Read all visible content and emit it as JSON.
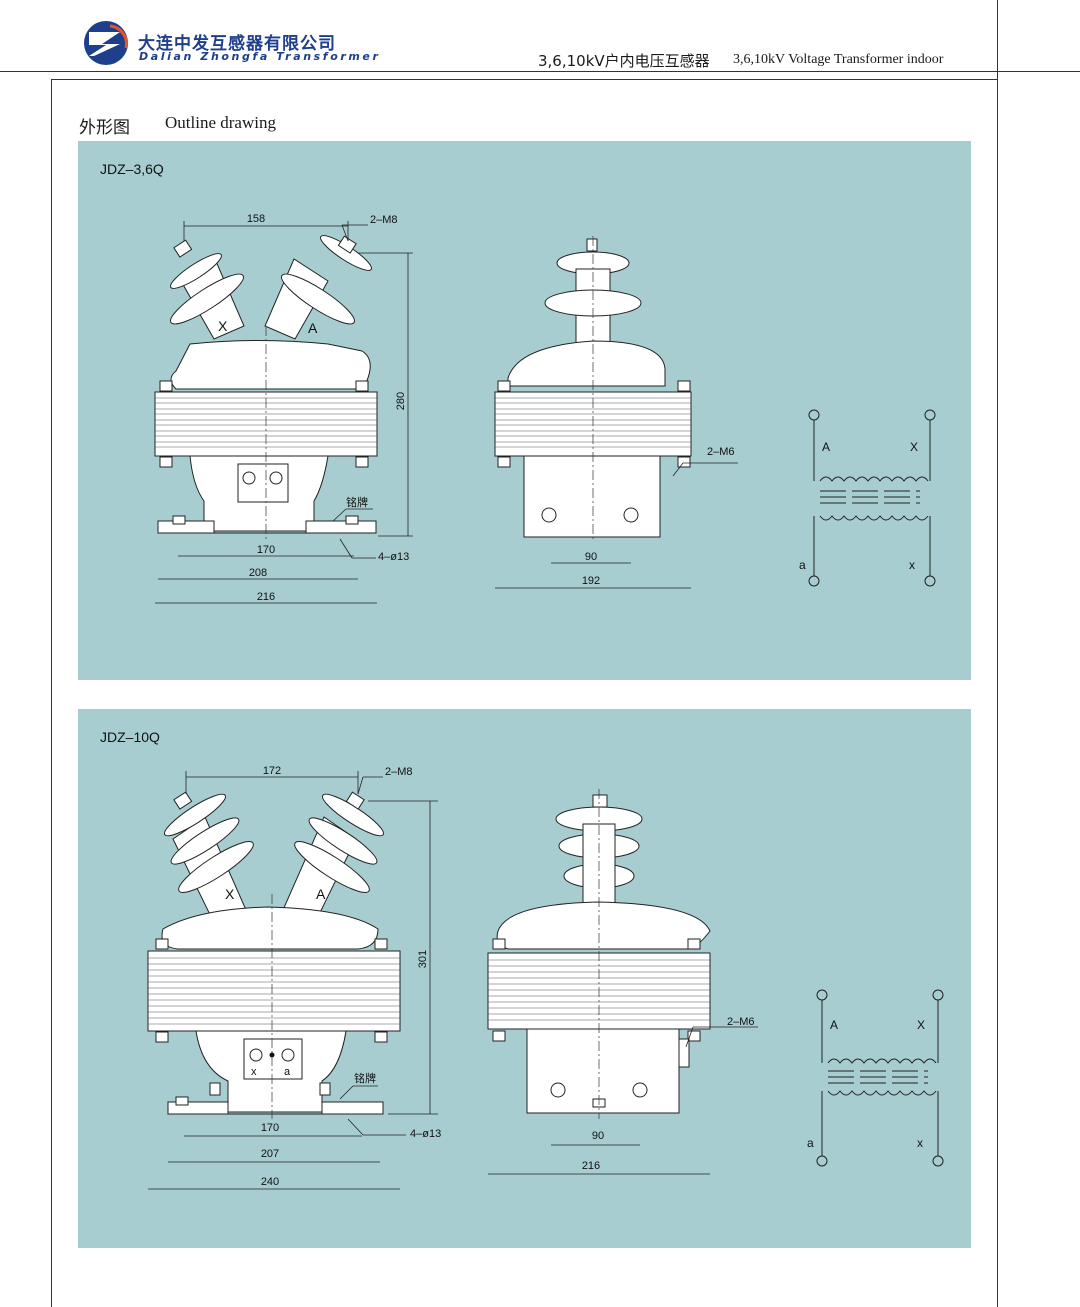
{
  "header": {
    "company_cn": "大连中发互感器有限公司",
    "company_en": "Dalian Zhongfa Transformer",
    "title_cn": "3,6,10kV户内电压互感器",
    "title_en": "3,6,10kV Voltage Transformer indoor"
  },
  "section": {
    "title_cn": "外形图",
    "title_en": "Outline drawing"
  },
  "panels": [
    {
      "model": "JDZ–3,6Q",
      "dims": {
        "top": "158",
        "bolts_top": "2–M8",
        "height": "280",
        "inner": "170",
        "mid": "208",
        "outer": "216",
        "holes": "4–ø13",
        "plate": "铭牌",
        "side_bolts": "2–M6",
        "side_inner": "90",
        "side_outer": "192"
      },
      "terminals": {
        "A": "A",
        "X": "X",
        "a": "a",
        "x": "x"
      }
    },
    {
      "model": "JDZ–10Q",
      "dims": {
        "top": "172",
        "bolts_top": "2–M8",
        "height": "301",
        "inner": "170",
        "mid": "207",
        "outer": "240",
        "holes": "4–ø13",
        "plate": "铭牌",
        "side_bolts": "2–M6",
        "side_inner": "90",
        "side_outer": "216"
      },
      "terminals": {
        "A": "A",
        "X": "X",
        "a": "a",
        "x": "x"
      }
    }
  ],
  "colors": {
    "panel_bg": "#a7cdd0",
    "logo_blue": "#1d3f8c",
    "line": "#222222"
  }
}
